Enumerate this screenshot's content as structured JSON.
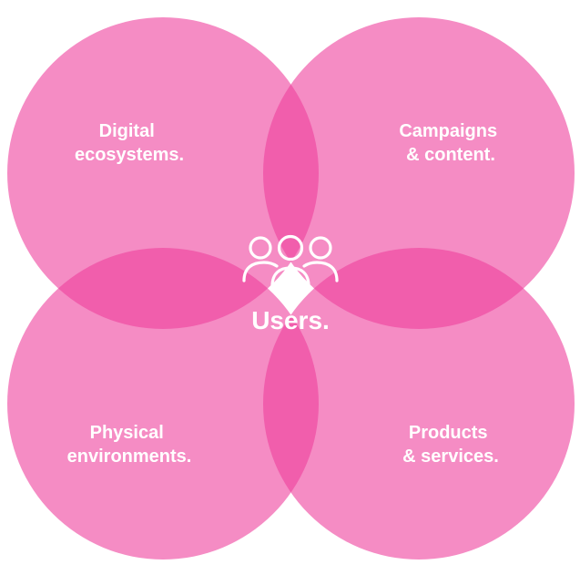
{
  "circles": [
    {
      "id": "digital",
      "label_lines": [
        "Digital",
        "ecosystems."
      ]
    },
    {
      "id": "campaigns",
      "label_lines": [
        "Campaigns",
        "& content."
      ]
    },
    {
      "id": "physical",
      "label_lines": [
        "Physical",
        "environments."
      ]
    },
    {
      "id": "products",
      "label_lines": [
        "Products",
        "& services."
      ]
    }
  ],
  "center": {
    "label": "Users.",
    "icon": "users-group-icon"
  },
  "colors": {
    "circle_fill": "#ee3f9c",
    "circle_opacity": 0.6,
    "text": "#ffffff"
  }
}
